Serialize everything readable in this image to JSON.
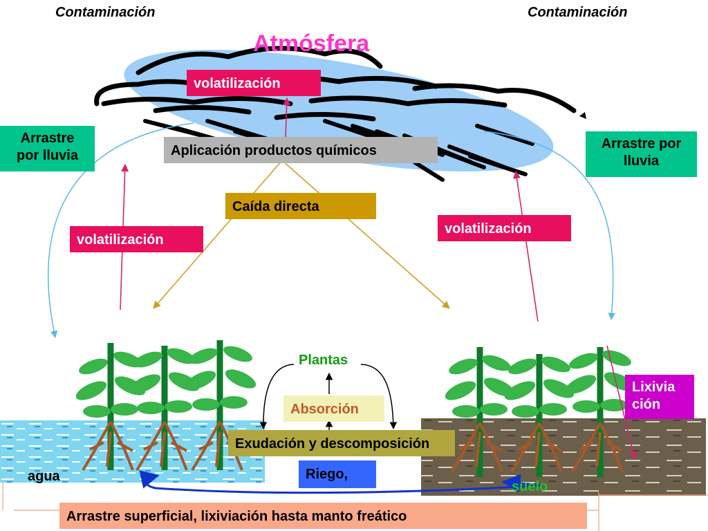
{
  "header": {
    "left_title": "Contaminación",
    "right_title": "Contaminación",
    "atmosphere": "Atmósfera"
  },
  "labels": {
    "volatilization_top": "volatilización",
    "application": "Aplicación productos químicos",
    "runoff_left": "Arrastre por lluvia",
    "runoff_right": "Arrastre por lluvia",
    "direct_fall": "Caída directa",
    "volatilization_left": "volatilización",
    "volatilization_right": "volatilización",
    "plants": "Plantas",
    "absorption": "Absorción",
    "exudation": "Exudación y descomposición",
    "leaching": "Lixivia ción",
    "water": "agua",
    "irrigation": "Riego,",
    "soil": "suelo",
    "bottom": "Arrastre superficial, lixiviación hasta manto freático"
  },
  "colors": {
    "volatilization_bg": "#e8105e",
    "application_bg": "#b3b3b3",
    "runoff_bg": "#00c48c",
    "direct_fall_bg": "#cc9900",
    "absorption_bg": "#f2f2b8",
    "absorption_text": "#c8552a",
    "exudation_bg": "#b0a640",
    "leaching_bg": "#cc00cc",
    "irrigation_bg": "#3366ff",
    "bottom_bg": "#f9a98a",
    "plants_text": "#0f9f0f",
    "water_bg": "#7fd6f0",
    "soil_bg": "#6b5e4a",
    "atmosphere_text": "#ff33cc"
  }
}
